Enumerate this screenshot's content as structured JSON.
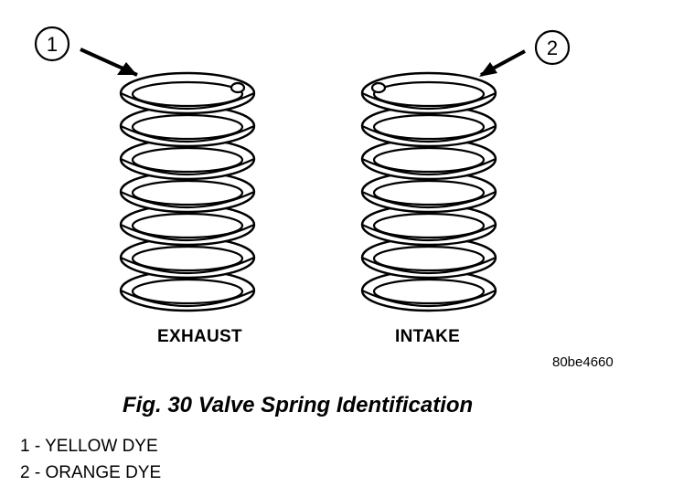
{
  "callouts": {
    "c1": "1",
    "c2": "2"
  },
  "springs": {
    "exhaust_label": "EXHAUST",
    "intake_label": "INTAKE"
  },
  "figure_code": "80be4660",
  "caption": "Fig. 30 Valve Spring Identification",
  "legend": [
    {
      "text": "1 - YELLOW DYE"
    },
    {
      "text": "2 - ORANGE DYE"
    }
  ],
  "colors": {
    "ink": "#000000",
    "background": "#ffffff"
  }
}
